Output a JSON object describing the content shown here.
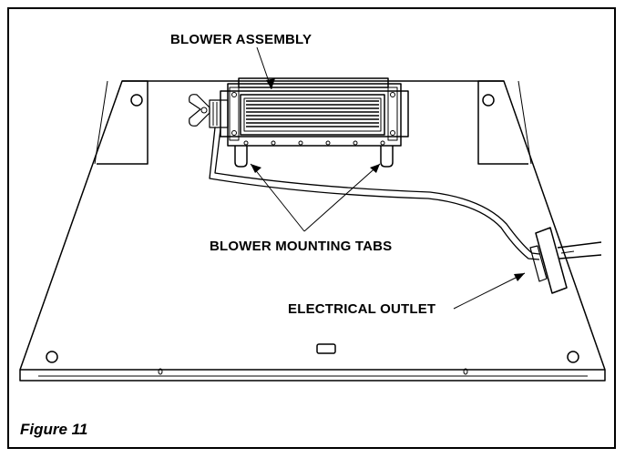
{
  "labels": {
    "blower_assembly": "BLOWER ASSEMBLY",
    "blower_mounting_tabs": "BLOWER MOUNTING TABS",
    "electrical_outlet": "ELECTRICAL OUTLET"
  },
  "caption": "Figure 11"
}
